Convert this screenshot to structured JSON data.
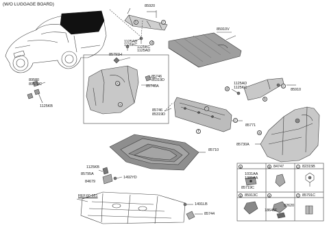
{
  "header": {
    "title": "(W/O LUGGAGE BOARD)"
  },
  "part_numbers": {
    "p85920": "85920",
    "p85910V": "85910V",
    "p1125AD_a": "1125AD",
    "p1125KC_a": "1125KC",
    "p1125KC_b": "1125KC",
    "p1125AD_b": "1125AD",
    "p85791H": "85791H",
    "p85746_a": "85746",
    "p85319D_a": "85319D",
    "p85740A": "85740A",
    "p89580": "89580",
    "p89570C": "89570C",
    "p1125KB_a": "1125KB",
    "p1125AD_c": "1125AD",
    "p1125KC_c": "1125KC",
    "p85910": "85910",
    "p85746_b": "85746",
    "p85319D_b": "85319D",
    "p85771": "85771",
    "p85730A": "85730A",
    "p85710": "85710",
    "p1125KB_b": "1125KB",
    "p85795A": "85795A",
    "p84679": "84679",
    "p1492YD": "1492YD",
    "ref": "REF.60-651",
    "p1491LB": "1491LB",
    "p85744": "85744"
  },
  "callouts": {
    "a": "a",
    "b": "b",
    "c": "c",
    "d": "d",
    "e": "e",
    "f": "f"
  },
  "legend": {
    "cells": [
      {
        "letter": "a",
        "part": ""
      },
      {
        "letter": "b",
        "part": "84747"
      },
      {
        "letter": "c",
        "part": "82315B"
      },
      {
        "letter": "d",
        "part": "85913C"
      },
      {
        "letter": "e",
        "part": ""
      },
      {
        "letter": "f",
        "part": "85791C"
      }
    ],
    "a_items": [
      "1031AA",
      "1381AA",
      "85719C"
    ],
    "e_items": [
      "18645F",
      "92620"
    ]
  },
  "colors": {
    "line": "#3a3a3a",
    "fill": "#bdbdbd",
    "dark": "#6b6b6b",
    "panel": "#d8d8d8"
  }
}
